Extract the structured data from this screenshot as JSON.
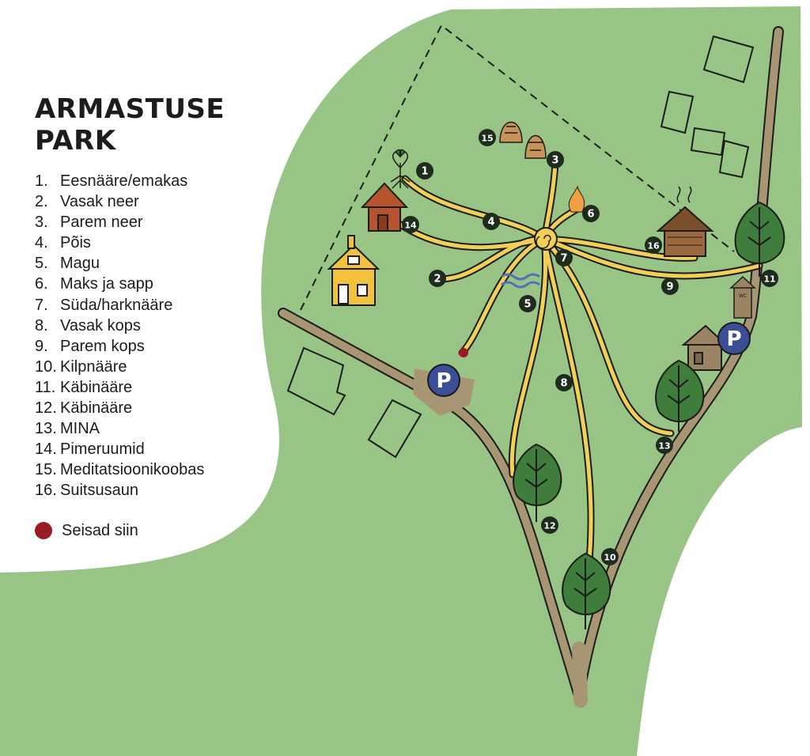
{
  "title": "ARMASTUSE PARK",
  "items": [
    {
      "num": "1.",
      "label": "Eesnääre/emakas"
    },
    {
      "num": "2.",
      "label": "Vasak neer"
    },
    {
      "num": "3.",
      "label": "Parem neer"
    },
    {
      "num": "4.",
      "label": "Põis"
    },
    {
      "num": "5.",
      "label": "Magu"
    },
    {
      "num": "6.",
      "label": "Maks ja sapp"
    },
    {
      "num": "7.",
      "label": "Süda/harknääre"
    },
    {
      "num": "8.",
      "label": "Vasak kops"
    },
    {
      "num": "9.",
      "label": "Parem kops"
    },
    {
      "num": "10.",
      "label": "Kilpnääre"
    },
    {
      "num": "11.",
      "label": "Käbinääre"
    },
    {
      "num": "12.",
      "label": "Käbinääre"
    },
    {
      "num": "13.",
      "label": "MINA"
    },
    {
      "num": "14.",
      "label": "Pimeruumid"
    },
    {
      "num": "15.",
      "label": "Meditatsioonikoobas"
    },
    {
      "num": "16.",
      "label": "Suitsusaun"
    }
  ],
  "you_are_here": "Seisad siin",
  "markers": [
    "1",
    "2",
    "3",
    "4",
    "5",
    "6",
    "7",
    "8",
    "9",
    "10",
    "11",
    "12",
    "13",
    "14",
    "15",
    "16"
  ],
  "parking_label": "P",
  "wc_label": "WC",
  "colors": {
    "grass": "#98c585",
    "path": "#f2cf56",
    "road": "#a89573",
    "marker": "#1e2b1e",
    "parking": "#3a4f95",
    "you_are_here": "#9b1b24",
    "tree": "#3f7d3c"
  }
}
